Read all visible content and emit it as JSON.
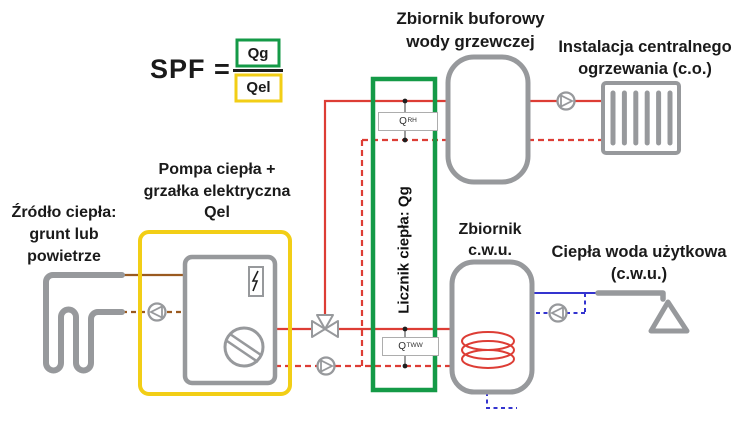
{
  "formula": {
    "spf": "SPF =",
    "numerator": "Qg",
    "denominator": "Qel"
  },
  "labels": {
    "buffer_tank": {
      "line1": "Zbiornik buforowy",
      "line2": "wody grzewczej"
    },
    "central_heating": {
      "line1": "Instalacja centralnego",
      "line2": "ogrzewania (c.o.)"
    },
    "heat_pump": {
      "line1": "Pompa ciepła +",
      "line2": "grzałka elektryczna",
      "line3": "Qel"
    },
    "heat_source": {
      "line1": "Źródło ciepła:",
      "line2": "grunt lub",
      "line3": "powietrze"
    },
    "dhw_tank": {
      "line1": "Zbiornik",
      "line2": "c.w.u."
    },
    "dhw_outlet": {
      "line1": "Ciepła woda użytkowa",
      "line2": "(c.w.u.)"
    },
    "heat_meter": "Licznik ciepła: Qg"
  },
  "sensors": {
    "space_heating": {
      "base": "Q",
      "sub": "RH"
    },
    "hot_water": {
      "base": "Q",
      "sub": "TWW"
    }
  },
  "colors": {
    "green": "#149a47",
    "yellow": "#f2ce16",
    "red": "#dd3d35",
    "brown": "#9a5a20",
    "blue": "#3434cf",
    "gray": "#97999c",
    "dark": "#1e1e1e"
  }
}
